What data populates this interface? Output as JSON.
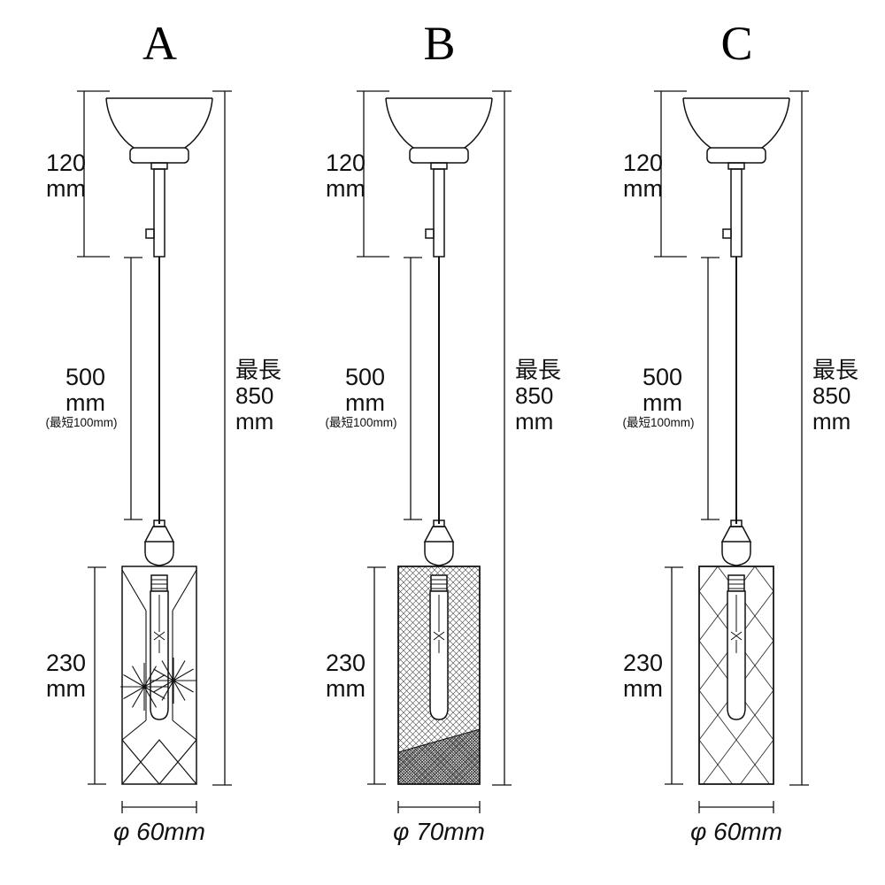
{
  "diagram": {
    "description": "pendant-light-dimension-diagram",
    "line_color": "#111111"
  },
  "variants": [
    {
      "label": "A",
      "canopy_dim": {
        "value": "120",
        "unit": "mm"
      },
      "cord_dim": {
        "value": "500",
        "unit": "mm",
        "note": "(最短100mm)"
      },
      "overall_dim": {
        "prefix": "最長",
        "value": "850",
        "unit": "mm"
      },
      "shade_dim": {
        "value": "230",
        "unit": "mm"
      },
      "diameter": "φ 60mm",
      "shade_pattern": "starburst-cut-glass"
    },
    {
      "label": "B",
      "canopy_dim": {
        "value": "120",
        "unit": "mm"
      },
      "cord_dim": {
        "value": "500",
        "unit": "mm",
        "note": "(最短100mm)"
      },
      "overall_dim": {
        "prefix": "最長",
        "value": "850",
        "unit": "mm"
      },
      "shade_dim": {
        "value": "230",
        "unit": "mm"
      },
      "diameter": "φ 70mm",
      "shade_pattern": "crosshatch-mesh-glass"
    },
    {
      "label": "C",
      "canopy_dim": {
        "value": "120",
        "unit": "mm"
      },
      "cord_dim": {
        "value": "500",
        "unit": "mm",
        "note": "(最短100mm)"
      },
      "overall_dim": {
        "prefix": "最長",
        "value": "850",
        "unit": "mm"
      },
      "shade_dim": {
        "value": "230",
        "unit": "mm"
      },
      "diameter": "φ 60mm",
      "shade_pattern": "diamond-lattice-glass"
    }
  ]
}
